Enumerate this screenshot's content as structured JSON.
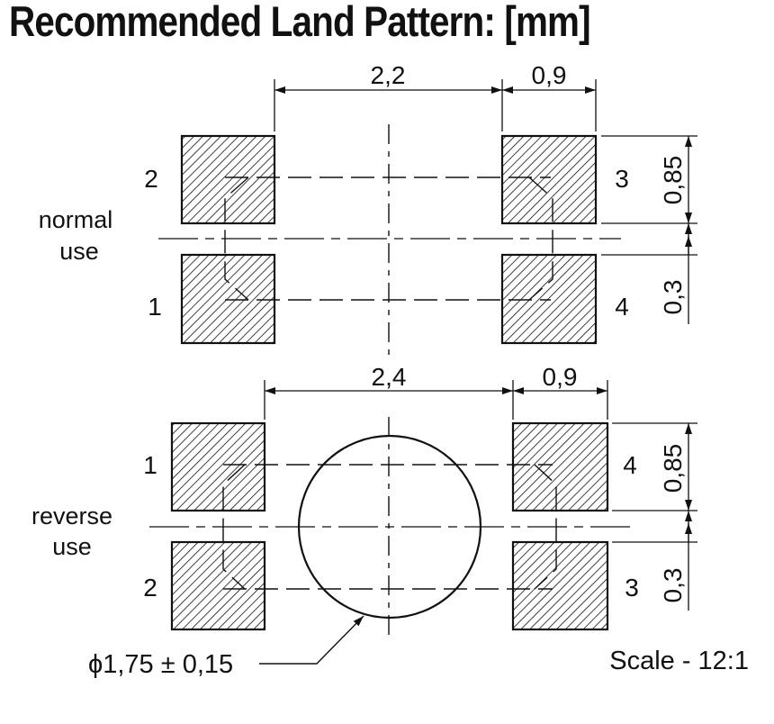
{
  "title": "Recommended Land Pattern: [mm]",
  "normal": {
    "label_line1": "normal",
    "label_line2": "use",
    "dim_width": "2,2",
    "dim_pad": "0,9",
    "dim_height": "0,85",
    "dim_gap": "0,3",
    "pins": {
      "top_left": "2",
      "bottom_left": "1",
      "top_right": "3",
      "bottom_right": "4"
    }
  },
  "reverse": {
    "label_line1": "reverse",
    "label_line2": "use",
    "dim_width": "2,4",
    "dim_pad": "0,9",
    "dim_height": "0,85",
    "dim_gap": "0,3",
    "pins": {
      "top_left": "1",
      "bottom_left": "2",
      "top_right": "4",
      "bottom_right": "3"
    }
  },
  "hole_callout": "ϕ1,75 ± 0,15",
  "scale": "Scale - 12:1",
  "colors": {
    "ink": "#111111",
    "background": "#ffffff"
  }
}
